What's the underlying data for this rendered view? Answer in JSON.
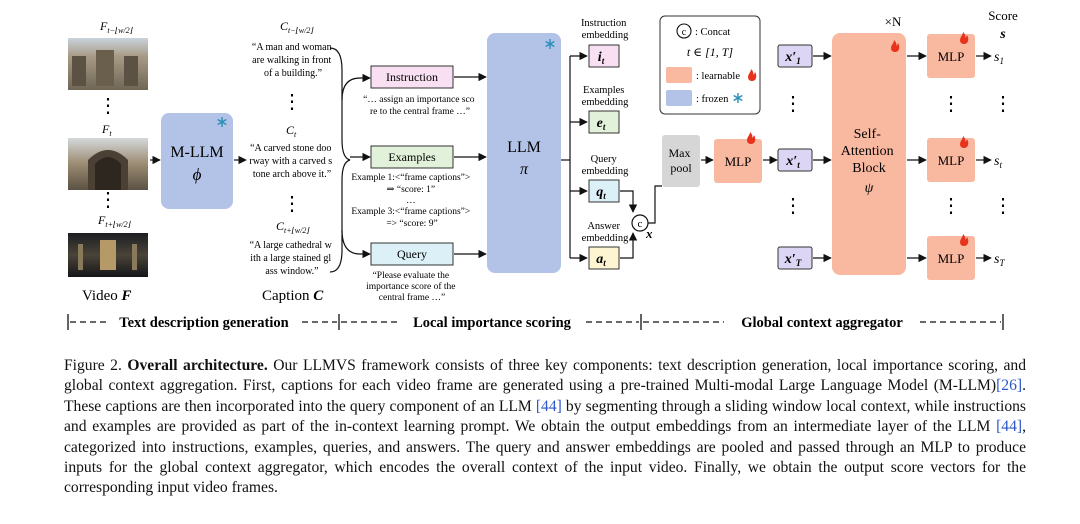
{
  "frames": {
    "top_label_base": "F",
    "top_label_sub": "t−⌊w/2⌋",
    "mid_label_base": "F",
    "mid_label_sub": "t",
    "bot_label_base": "F",
    "bot_label_sub": "t+⌊w/2⌋",
    "video_label": "Video",
    "video_symbol": "F"
  },
  "mllm": {
    "title": "M-LLM",
    "symbol": "ϕ"
  },
  "captions": {
    "top_label_base": "C",
    "top_label_sub": "t−⌊w/2⌋",
    "top_text": [
      "“A man and woman",
      "are walking in front",
      "of a building.”"
    ],
    "mid_label_base": "C",
    "mid_label_sub": "t",
    "mid_text": [
      "“A carved stone doo",
      "rway with a carved s",
      "tone arch above it.”"
    ],
    "bot_label_base": "C",
    "bot_label_sub": "t+⌊w/2⌋",
    "bot_text": [
      "“A large cathedral w",
      "ith a large stained gl",
      "ass window.”"
    ],
    "caption_label": "Caption",
    "caption_symbol": "C"
  },
  "prompt": {
    "instruction_label": "Instruction",
    "instruction_text": [
      "“… assign an importance sco",
      "re to the central frame …”"
    ],
    "examples_label": "Examples",
    "examples_text": [
      "Example 1:<“frame captions”>",
      "⇒ “score: 1”",
      "…",
      "Example 3:<“frame captions”>",
      "=> “score: 9”"
    ],
    "query_label": "Query",
    "query_text": [
      "“Please evaluate the",
      "importance score of the",
      "central frame …”"
    ]
  },
  "llm": {
    "title": "LLM",
    "symbol": "π"
  },
  "embeddings": {
    "instruction_label": [
      "Instruction",
      "embedding"
    ],
    "instruction_symbol": "i",
    "examples_label": [
      "Examples",
      "embedding"
    ],
    "examples_symbol": "e",
    "query_label": [
      "Query",
      "embedding"
    ],
    "query_symbol": "q",
    "answer_label": [
      "Answer",
      "embedding"
    ],
    "answer_symbol": "a",
    "subscript": "t"
  },
  "pool": {
    "line1": "Max",
    "line2": "pool",
    "x_symbol": "x",
    "concat_symbol": "c"
  },
  "mlp_label": "MLP",
  "legend": {
    "concat": ": Concat",
    "range": "t ∈ [1, T]",
    "learnable": ": learnable",
    "frozen": ": frozen",
    "colors": {
      "learnable": "#f9b8a0",
      "frozen": "#b3c3e8",
      "query_box": "#dcf0f8",
      "instr_box": "#f8e0f2",
      "ex_box": "#e2f2da",
      "x_box": "#ddd5f4",
      "pool": "#d6d6d6"
    }
  },
  "xprime": {
    "base": "x′",
    "sub1": "1",
    "subt": "t",
    "subT": "T"
  },
  "attention": {
    "repeat": "×N",
    "line1": "Self-",
    "line2": "Attention",
    "line3": "Block",
    "symbol": "ψ"
  },
  "scores": {
    "header": "Score",
    "symbol": "s",
    "s1": "s",
    "s1_sub": "1",
    "st": "s",
    "st_sub": "t",
    "sT": "s",
    "sT_sub": "T"
  },
  "sections": {
    "s1": "Text description generation",
    "s2": "Local importance scoring",
    "s3": "Global context aggregator"
  },
  "figure_caption": {
    "label": "Figure 2.",
    "bold": "Overall architecture.",
    "p1": "Our LLMVS  framework consists of three key components: text description generation, local importance scoring, and global context aggregation. First, captions for each video frame are generated using a pre-trained Multi-modal Large Language Model (M-LLM)",
    "r1": "[26]",
    "p2": ". These captions are then incorporated into the query component of an LLM ",
    "r2": "[44]",
    "p3": " by segmenting through a sliding window local context, while instructions and examples are provided as part of the in-context learning prompt.  We obtain the output embeddings from an intermediate layer of the LLM ",
    "r3": "[44]",
    "p4": ", categorized into instructions, examples, queries, and answers. The query and answer embeddings are pooled and passed through an MLP to produce inputs for the global context aggregator, which encodes the overall context of the input video. Finally, we obtain the output score vectors for the corresponding input video frames."
  }
}
